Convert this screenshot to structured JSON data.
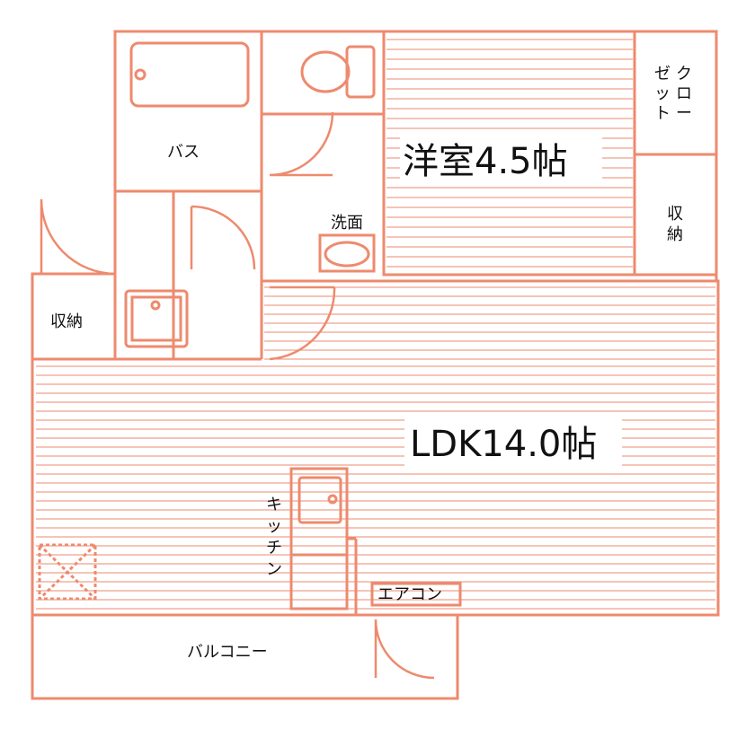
{
  "colors": {
    "wall": "#EE8A6E",
    "floor_line": "#EE8A6E",
    "text": "#111111",
    "background": "#FFFFFF"
  },
  "rooms": {
    "western_room": "洋室4.5帖",
    "ldk": "LDK14.0帖",
    "bath": "バス",
    "washroom": "洗面",
    "storage_left": "収納",
    "storage_right": [
      "収",
      "納"
    ],
    "closet": [
      "ク",
      "ロ",
      "ー",
      "ゼ",
      "ッ",
      "ト"
    ],
    "kitchen": [
      "キ",
      "ッ",
      "チ",
      "ン"
    ],
    "aircon": "エアコン",
    "balcony": "バルコニー"
  }
}
